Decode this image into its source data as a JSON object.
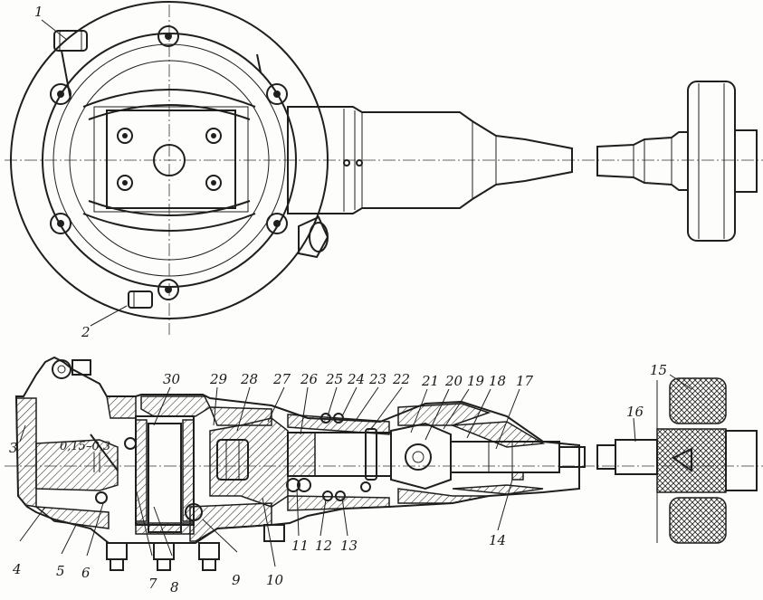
{
  "top_view": {
    "labels": [
      {
        "id": "1",
        "text": "1"
      },
      {
        "id": "2",
        "text": "2"
      }
    ]
  },
  "section_view": {
    "dimension_text": "0,15–0,3",
    "labels": [
      {
        "id": "3",
        "text": "3"
      },
      {
        "id": "4",
        "text": "4"
      },
      {
        "id": "5",
        "text": "5"
      },
      {
        "id": "6",
        "text": "6"
      },
      {
        "id": "7",
        "text": "7"
      },
      {
        "id": "8",
        "text": "8"
      },
      {
        "id": "9",
        "text": "9"
      },
      {
        "id": "10",
        "text": "10"
      },
      {
        "id": "11",
        "text": "11"
      },
      {
        "id": "12",
        "text": "12"
      },
      {
        "id": "13",
        "text": "13"
      },
      {
        "id": "14",
        "text": "14"
      },
      {
        "id": "15",
        "text": "15"
      },
      {
        "id": "16",
        "text": "16"
      },
      {
        "id": "17",
        "text": "17"
      },
      {
        "id": "18",
        "text": "18"
      },
      {
        "id": "19",
        "text": "19"
      },
      {
        "id": "20",
        "text": "20"
      },
      {
        "id": "21",
        "text": "21"
      },
      {
        "id": "22",
        "text": "22"
      },
      {
        "id": "23",
        "text": "23"
      },
      {
        "id": "24",
        "text": "24"
      },
      {
        "id": "25",
        "text": "25"
      },
      {
        "id": "26",
        "text": "26"
      },
      {
        "id": "27",
        "text": "27"
      },
      {
        "id": "28",
        "text": "28"
      },
      {
        "id": "29",
        "text": "29"
      },
      {
        "id": "30",
        "text": "30"
      }
    ]
  }
}
